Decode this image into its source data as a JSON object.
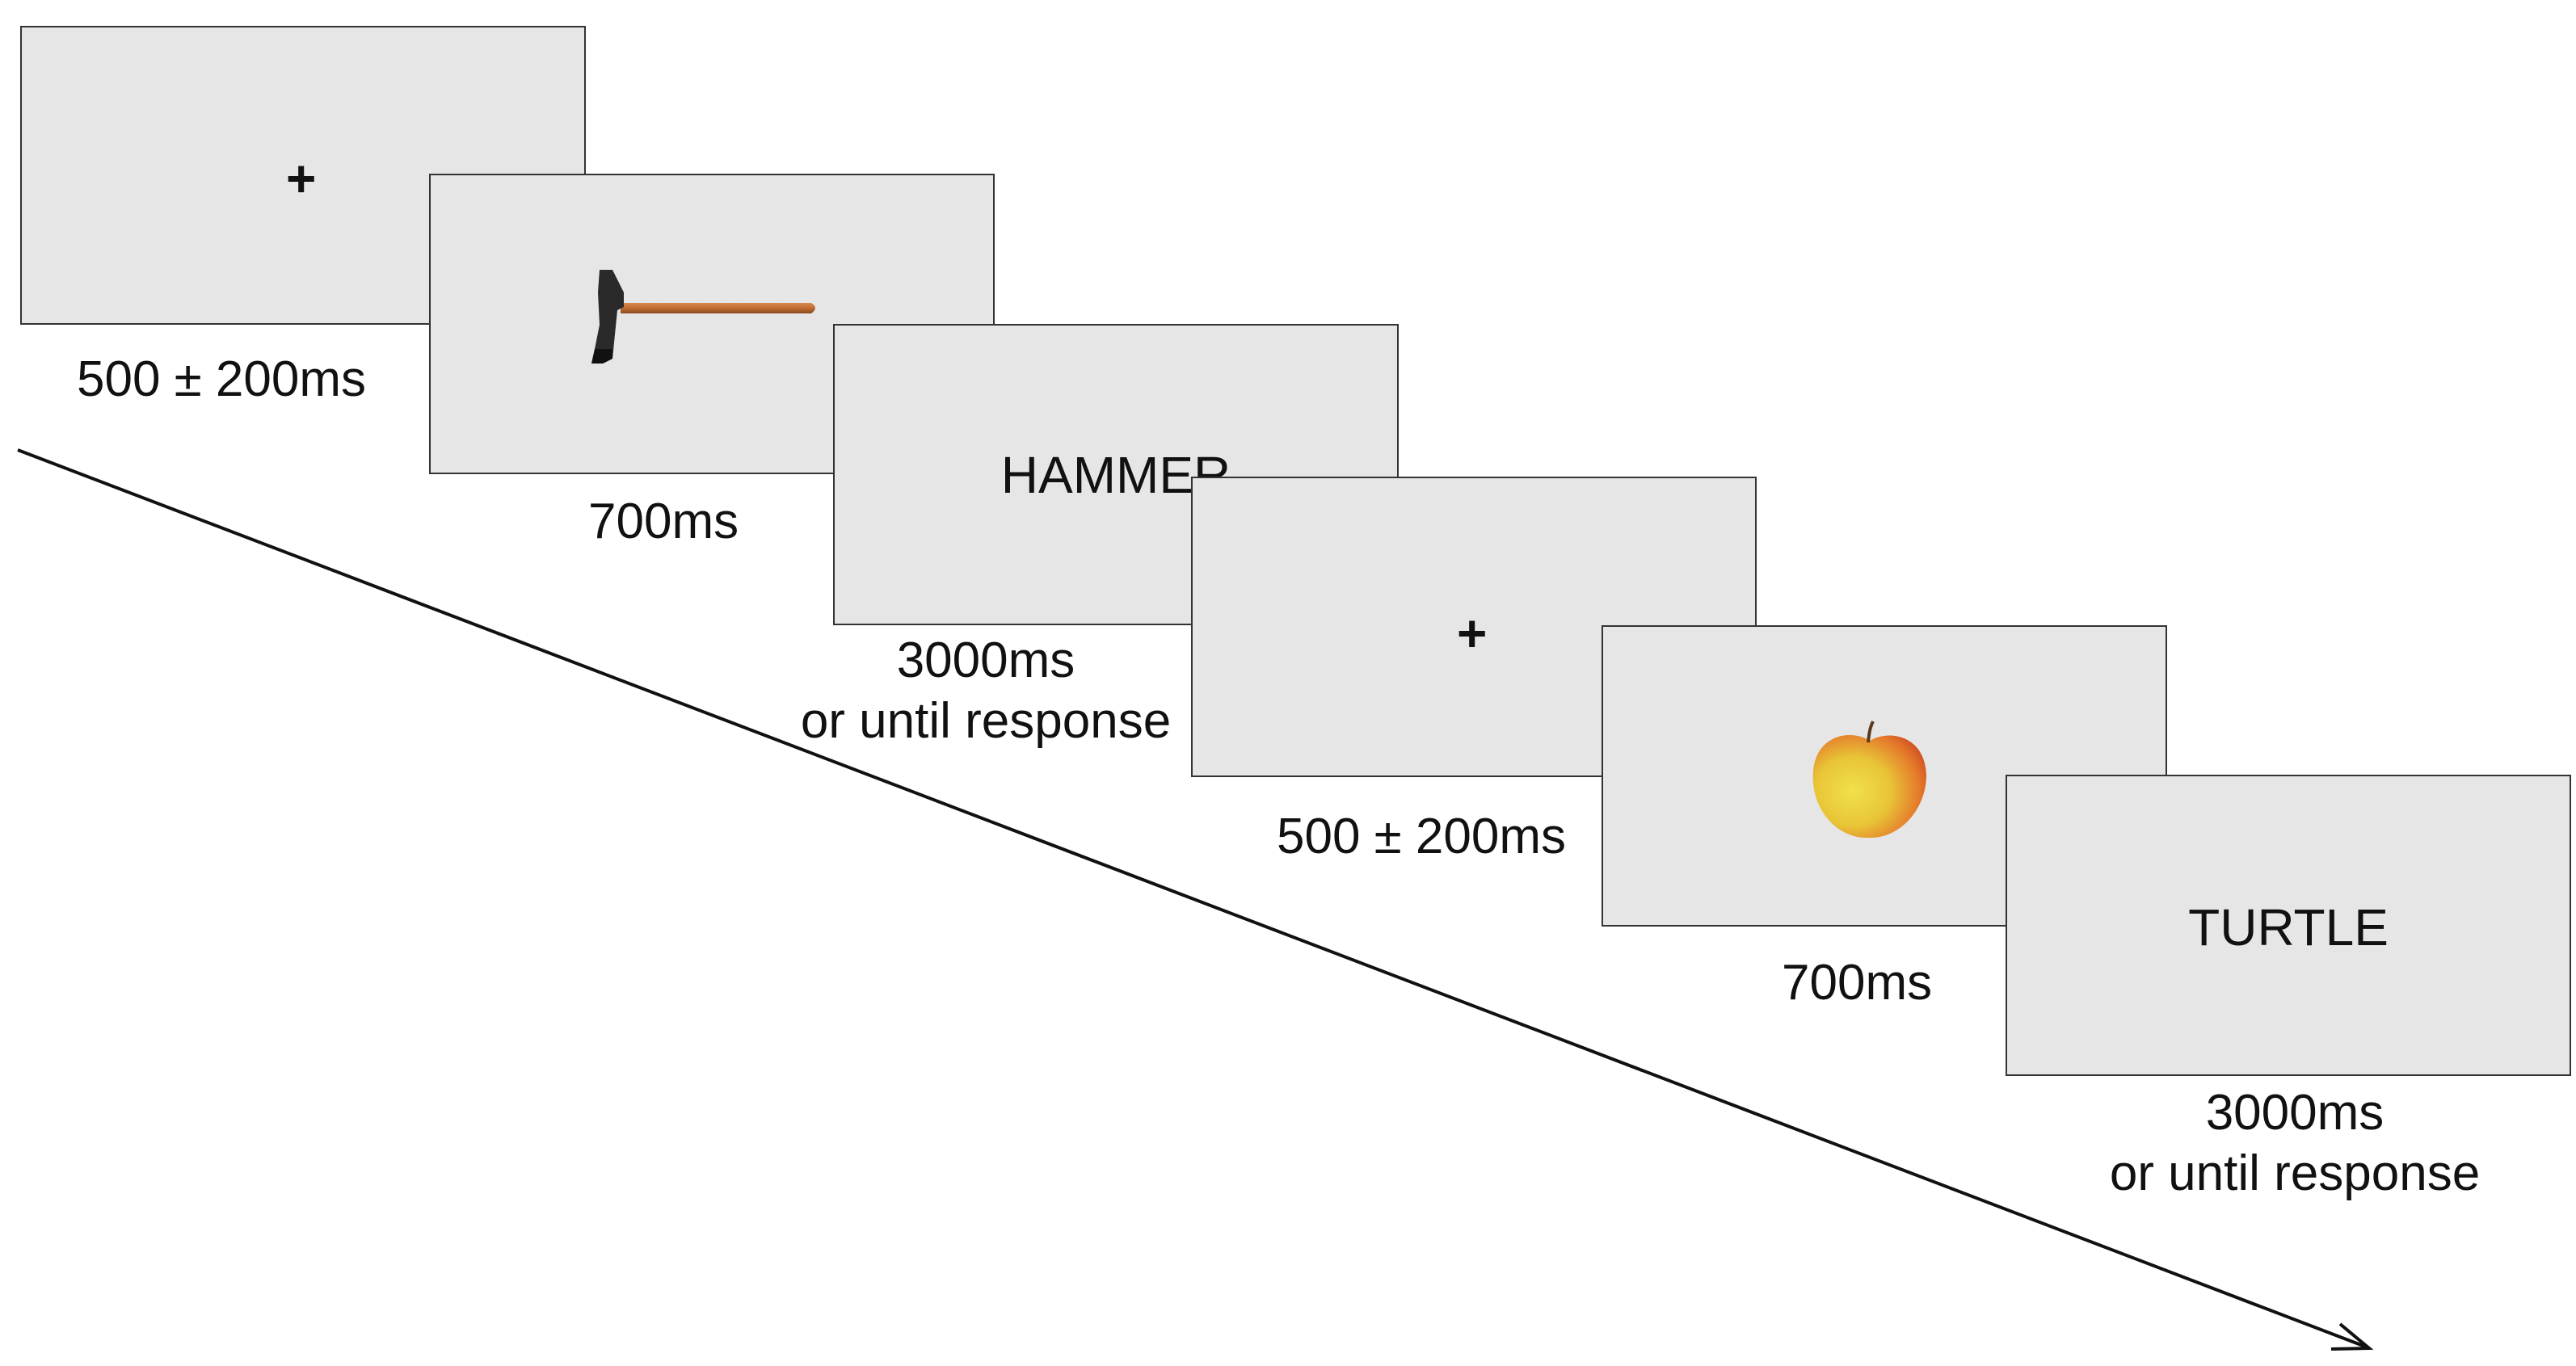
{
  "trials": [
    {
      "fixation": {
        "symbol": "+",
        "duration": "500 ± 200ms"
      },
      "picture": {
        "object": "hammer-image",
        "duration": "700ms"
      },
      "word": {
        "text": "HAMMER",
        "duration_line1": "3000ms",
        "duration_line2": "or until response"
      }
    },
    {
      "fixation": {
        "symbol": "+",
        "duration": "500 ± 200ms"
      },
      "picture": {
        "object": "apple-image",
        "duration": "700ms"
      },
      "word": {
        "text": "TURTLE",
        "duration_line1": "3000ms",
        "duration_line2": "or until response"
      }
    }
  ],
  "colors": {
    "screen_background": "#e6e6e6",
    "border": "#333333",
    "text": "#111111"
  }
}
